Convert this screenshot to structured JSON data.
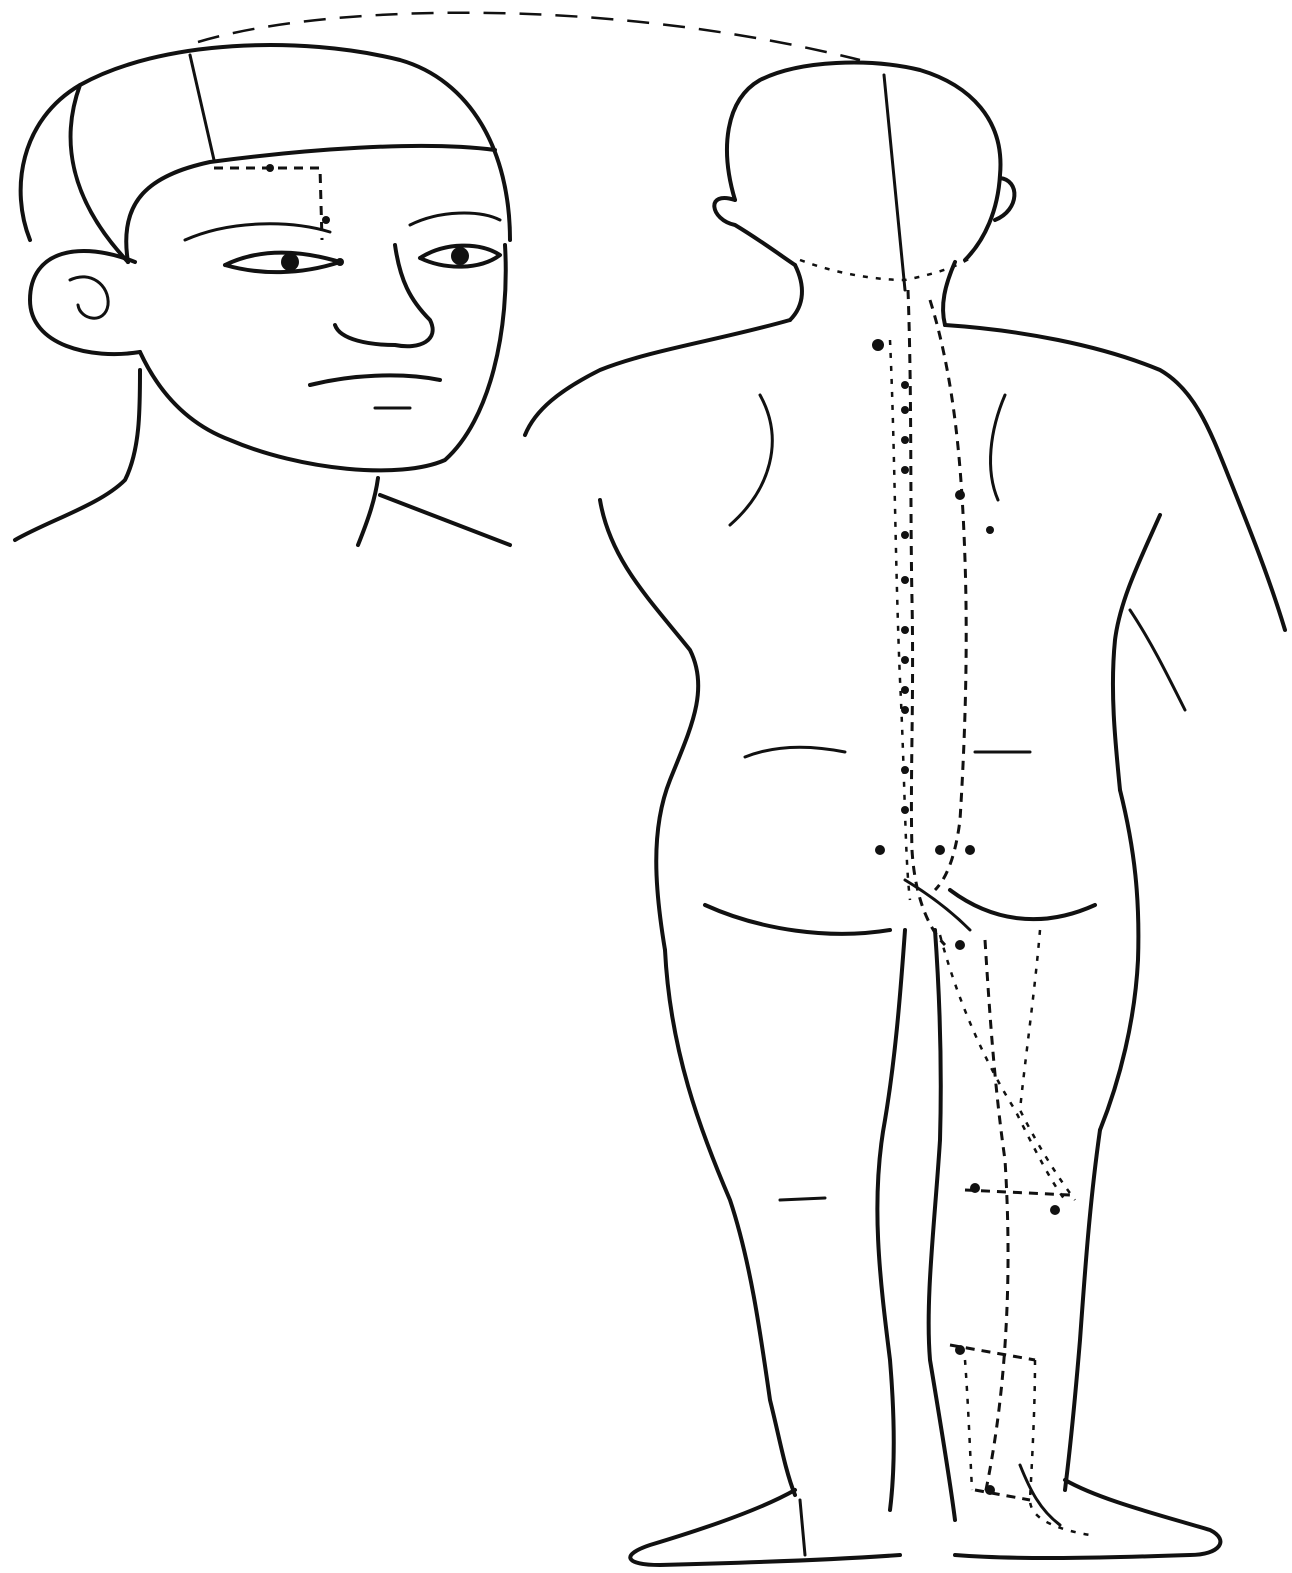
{
  "figure": {
    "type": "acupuncture meridian chart",
    "views": [
      "head-front",
      "body-back"
    ],
    "line_color": "#111111",
    "background": "#ffffff"
  }
}
